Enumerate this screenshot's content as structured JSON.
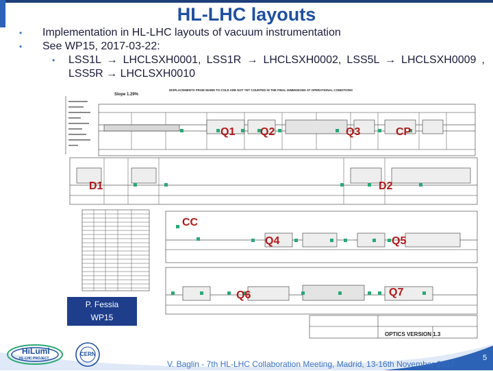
{
  "slide": {
    "title": "HL-LHC layouts",
    "bullets": [
      "Implementation in HL-LHC layouts of vacuum instrumentation",
      "See WP15, 2017-03-22:"
    ],
    "sub_bullet": "LSS1L → LHCLSXH0001, LSS1R → LHCLSXH0002, LSS5L → LHCLSXH0009 , LSS5R → LHCLSXH0010",
    "bullet_marker": "•"
  },
  "drawing_labels": {
    "q1": "Q1",
    "q2": "Q2",
    "q3": "Q3",
    "cp": "CP",
    "d1": "D1",
    "d2": "D2",
    "cc": "CC",
    "q4": "Q4",
    "q5": "Q5",
    "q6": "Q6",
    "q7": "Q7"
  },
  "drawing_text": {
    "slope": "Slope 1.29%",
    "header": "DISPLACEMENTS FROM WARM TO COLD ARE NOT YET COUNTED IN THE FINAL DIMENSIONS AT OPERATIONAL CONDITIONS",
    "optics": "OPTICS VERSION 1.3"
  },
  "tag": {
    "line1": "P. Fessia",
    "line2": "WP15"
  },
  "footer": {
    "text": "V. Baglin - 7th HL-LHC Collaboration Meeting, Madrid, 13-16th November 2017",
    "page": "5",
    "logo1_text": "HiLumi",
    "logo1_sub": "HL-LHC PROJECT",
    "logo2_text": "CERN"
  },
  "colors": {
    "title": "#1f4fa0",
    "label_red": "#b01818",
    "marker_green": "#2aa876",
    "tag_bg": "#1e3e8c",
    "footer_wave": "#2c63b6"
  }
}
